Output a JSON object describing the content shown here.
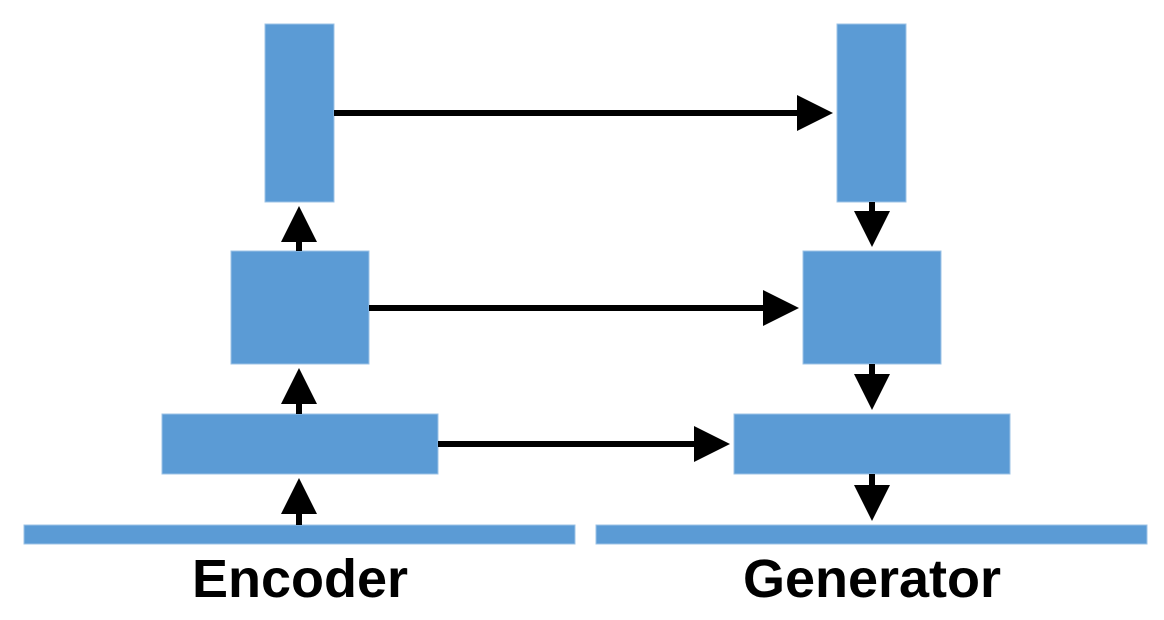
{
  "labels": {
    "encoder": "Encoder",
    "generator": "Generator"
  },
  "colors": {
    "block_fill": "#5b9bd5",
    "block_border": "#9dc3e6",
    "arrow": "#000000",
    "background": "#ffffff"
  },
  "structure": {
    "encoder_blocks": 3,
    "generator_blocks": 3,
    "skip_connections": 3
  }
}
